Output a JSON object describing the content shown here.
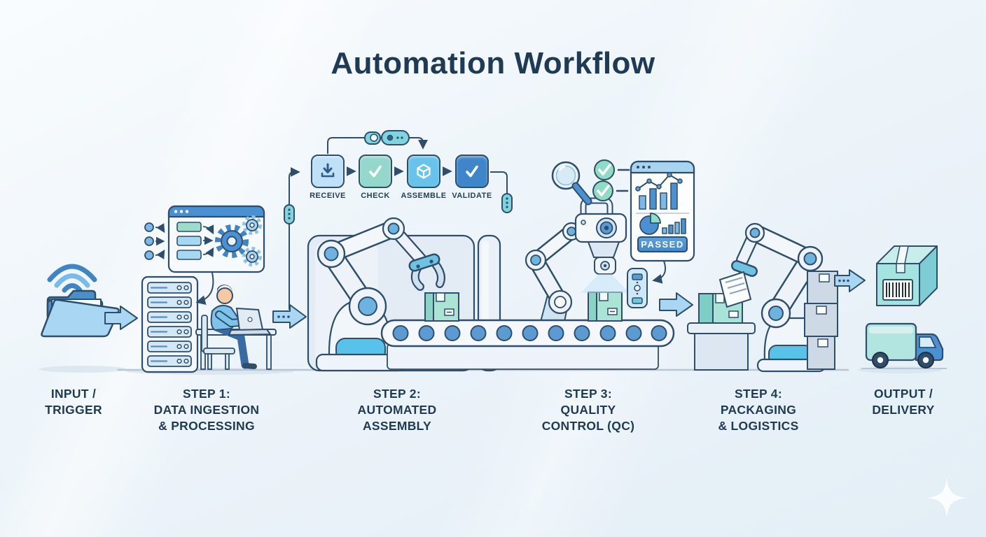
{
  "title": "Automation Workflow",
  "mini_flow": {
    "steps": [
      {
        "label": "RECEIVE",
        "icon": "download-icon"
      },
      {
        "label": "CHECK",
        "icon": "check-icon"
      },
      {
        "label": "ASSEMBLE",
        "icon": "cube-icon"
      },
      {
        "label": "VALIDATE",
        "icon": "check-icon"
      }
    ]
  },
  "qc": {
    "badge_label": "PASSED"
  },
  "stages": [
    {
      "id": "input-trigger",
      "label": "INPUT /\nTRIGGER"
    },
    {
      "id": "step-1",
      "label": "STEP 1:\nDATA INGESTION\n& PROCESSING"
    },
    {
      "id": "step-2",
      "label": "STEP 2:\nAUTOMATED\nASSEMBLY"
    },
    {
      "id": "step-3",
      "label": "STEP 3:\nQUALITY\nCONTROL (QC)"
    },
    {
      "id": "step-4",
      "label": "STEP 4:\nPACKAGING\n& LOGISTICS"
    },
    {
      "id": "output-delivery",
      "label": "OUTPUT /\nDELIVERY"
    }
  ],
  "colors": {
    "background_top": "#f9fcfe",
    "background_bottom": "#e3eef6",
    "outline": "#2e4e6b",
    "heading_text": "#1e3a54",
    "accent_blue": "#4a90d2",
    "light_blue": "#a9d6f2",
    "teal_connector": "#7fd4de",
    "mint_green": "#93d8ca",
    "cyan": "#67c3e9",
    "package_teal": "#a5e3e0"
  }
}
